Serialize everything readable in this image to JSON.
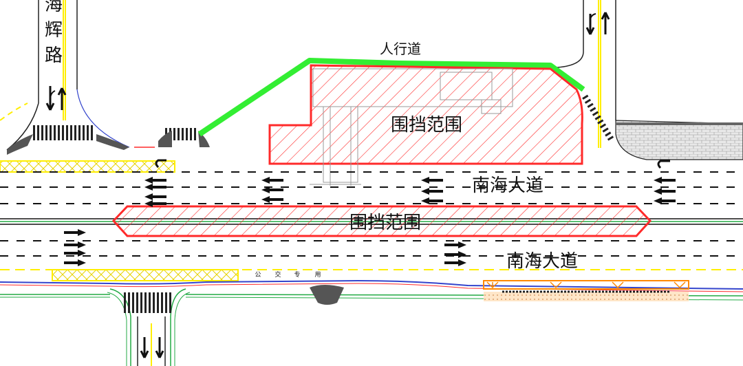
{
  "labels": {
    "road_side": "海辉路",
    "sidewalk": "人行道",
    "enclosure_top": "围挡范围",
    "enclosure_median": "围挡范围",
    "main_road_north": "南海大道",
    "main_road_south": "南海大道",
    "bus_lane_marking": [
      "用",
      "专",
      "交",
      "公"
    ]
  },
  "colors": {
    "enclosure": "#ff2a2a",
    "sidewalk_line": "#33ee33",
    "yellow_marking": "#ffee00",
    "road_edge_blue": "#3344cc",
    "green_curb": "#22aa44",
    "orange_structure": "#ff8800"
  },
  "icons": [
    "arrow-left-icon",
    "arrow-right-icon",
    "arrow-up-icon",
    "arrow-down-icon",
    "u-turn-icon",
    "crosswalk-icon"
  ]
}
